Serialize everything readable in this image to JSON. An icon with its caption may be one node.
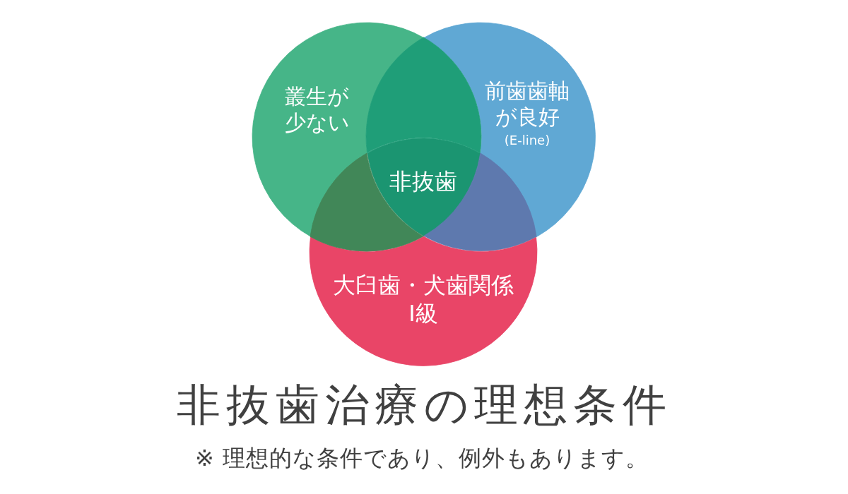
{
  "diagram": {
    "title": "非抜歯治療の理想条件",
    "caption": "※ 理想的な条件であり、例外もあります。",
    "nodes": [
      {
        "text": [
          "叢生が少ない"
        ]
      },
      {
        "text": [
          "前歯歯軸が良好",
          "(E-line)"
        ]
      },
      {
        "text": [
          "大臼歯・犬歯関係Ⅰ級"
        ]
      },
      {
        "text": [
          "非抜歯"
        ]
      },
      {
        "text": [],
        "shape": "lens"
      },
      {
        "text": [],
        "shape": "lens"
      },
      {
        "text": [],
        "shape": "lens"
      }
    ]
  }
}
